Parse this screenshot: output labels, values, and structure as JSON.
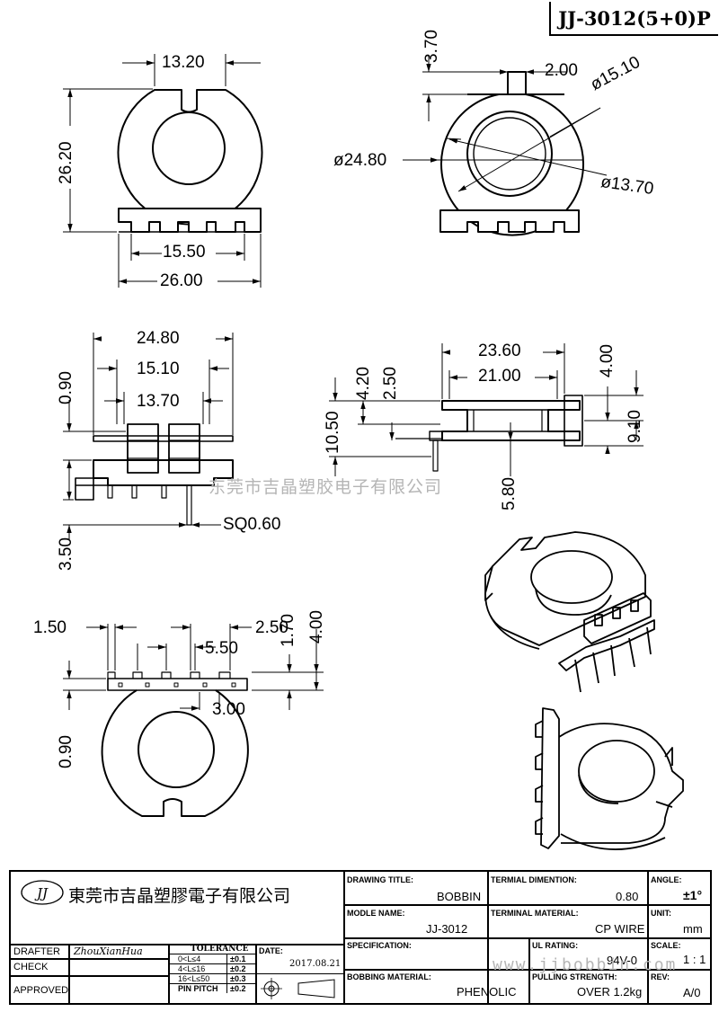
{
  "part_number": "JJ-3012(5+0)P",
  "watermark": "东莞市吉晶塑胶电子有限公司",
  "watermark_url": "www.jjbobbin.com",
  "dimensions": {
    "top_left": {
      "slot_width": "13.20",
      "height": "26.20",
      "pin_span": "15.50",
      "base_width": "26.00"
    },
    "top_right": {
      "slot_depth": "3.70",
      "slot_width": "2.00",
      "d_inner_a": "ø15.10",
      "d_outer": "ø24.80",
      "d_inner_b": "ø13.70"
    },
    "mid_left": {
      "flange": "24.80",
      "winding": "15.10",
      "core": "13.70",
      "rim": "0.90",
      "pin_len": "3.50",
      "pin_section": "SQ0.60"
    },
    "mid_right": {
      "width_a": "23.60",
      "width_b": "21.00",
      "h_a": "10.50",
      "h_b": "4.20",
      "h_c": "2.50",
      "h_d": "4.00",
      "h_e": "9.10",
      "h_f": "5.80"
    },
    "bottom_left": {
      "pin_offset": "1.50",
      "pin_w": "2.50",
      "pin_pitch": "5.50",
      "pin_gap": "3.00",
      "h_a": "1.70",
      "h_b": "4.00",
      "rim": "0.90"
    }
  },
  "title_block": {
    "logo": "JJ",
    "company": "東莞市吉晶塑膠電子有限公司",
    "drawing_title_label": "DRAWING TITLE:",
    "drawing_title": "BOBBIN",
    "terminal_dimension_label": "TERMIAL DIMENTION:",
    "terminal_dimension": "0.80",
    "angle_label": "ANGLE:",
    "angle": "±1°",
    "model_label": "MODLE NAME:",
    "model": "JJ-3012",
    "terminal_material_label": "TERMINAL MATERIAL:",
    "terminal_material": "CP WIRE",
    "unit_label": "UNIT:",
    "unit": "mm",
    "drafter_label": "DRAFTER",
    "drafter": "ZhouXianHua",
    "check_label": "CHECK",
    "approved_label": "APPROVED",
    "tolerance_label": "TOLERANCE",
    "tolerance_rows": [
      {
        "range": "0<L≤4",
        "value": "±0.1"
      },
      {
        "range": "4<L≤16",
        "value": "±0.2"
      },
      {
        "range": "16<L≤50",
        "value": "±0.3"
      },
      {
        "range": "PIN PITCH",
        "value": "±0.2"
      }
    ],
    "date_label": "DATE:",
    "date": "2017.08.21",
    "specification_label": "SPECIFICATION:",
    "ul_rating_label": "UL RATING:",
    "ul_rating": "94V-0",
    "scale_label": "SCALE:",
    "scale": "1 : 1",
    "bobbin_material_label": "BOBBING MATERIAL:",
    "bobbin_material": "PHENOLIC",
    "pulling_strength_label": "PULLING STRENGTH:",
    "pulling_strength": "OVER 1.2kg",
    "rev_label": "REV:",
    "rev": "A/0"
  }
}
